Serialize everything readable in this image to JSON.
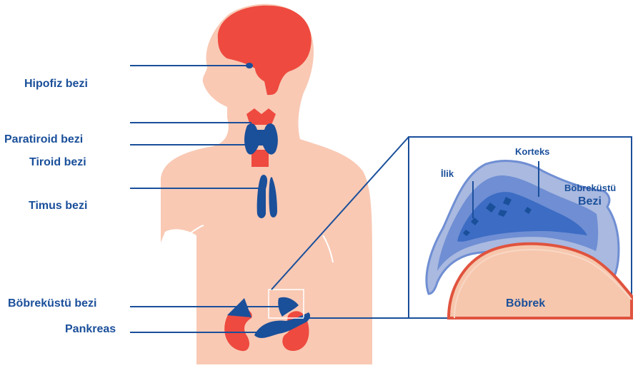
{
  "labels": {
    "hipofiz": "Hipofiz bezi",
    "paratiroid": "Paratiroid bezi",
    "tiroid": "Tiroid bezi",
    "timus": "Timus bezi",
    "bobrekustu": "Böbreküstü bezi",
    "pankreas": "Pankreas"
  },
  "inset": {
    "korteks": "Korteks",
    "ilik": "İlik",
    "bobrekustu_line1": "Böbreküstü",
    "bobrekustu_line2": "Bezi",
    "bobrek": "Böbrek"
  },
  "colors": {
    "skin": "#f9c9b4",
    "skin_shadow": "#f1b7a1",
    "brain_red": "#ee4a3f",
    "gland_blue": "#1a4f9a",
    "line_blue": "#1a4f9a",
    "inset_light": "#a9b9e0",
    "inset_mid": "#6f8ed3",
    "inset_dark": "#3c6cc4",
    "kidney": "#f6c7ad",
    "kidney_border": "#e0533e"
  }
}
